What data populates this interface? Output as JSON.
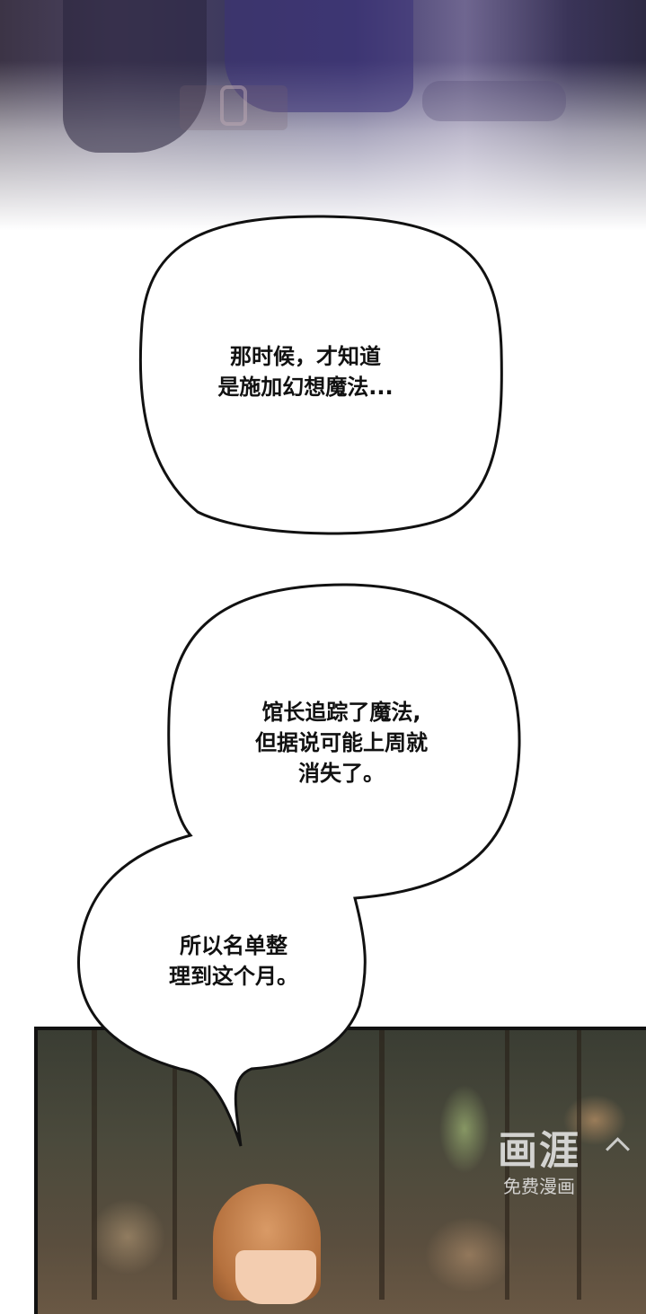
{
  "panels": {
    "top": {
      "description": "purple-toned illustration fading to white"
    },
    "bottom": {
      "description": "dim laboratory with hanging flasks and brown-haired character"
    }
  },
  "bubbles": [
    {
      "lines": [
        "那时候，才知道",
        "是施加幻想魔法..."
      ]
    },
    {
      "lines": [
        "馆长追踪了魔法,",
        "但据说可能上周就",
        "消失了。"
      ]
    },
    {
      "lines": [
        "所以名单整",
        "理到这个月。"
      ]
    }
  ],
  "watermark": {
    "logo": "画涯",
    "subtitle": "免费漫画",
    "icon": "chevron-up-icon"
  },
  "colors": {
    "bubble_fill": "#ffffff",
    "bubble_stroke": "#111111",
    "text": "#111111"
  }
}
